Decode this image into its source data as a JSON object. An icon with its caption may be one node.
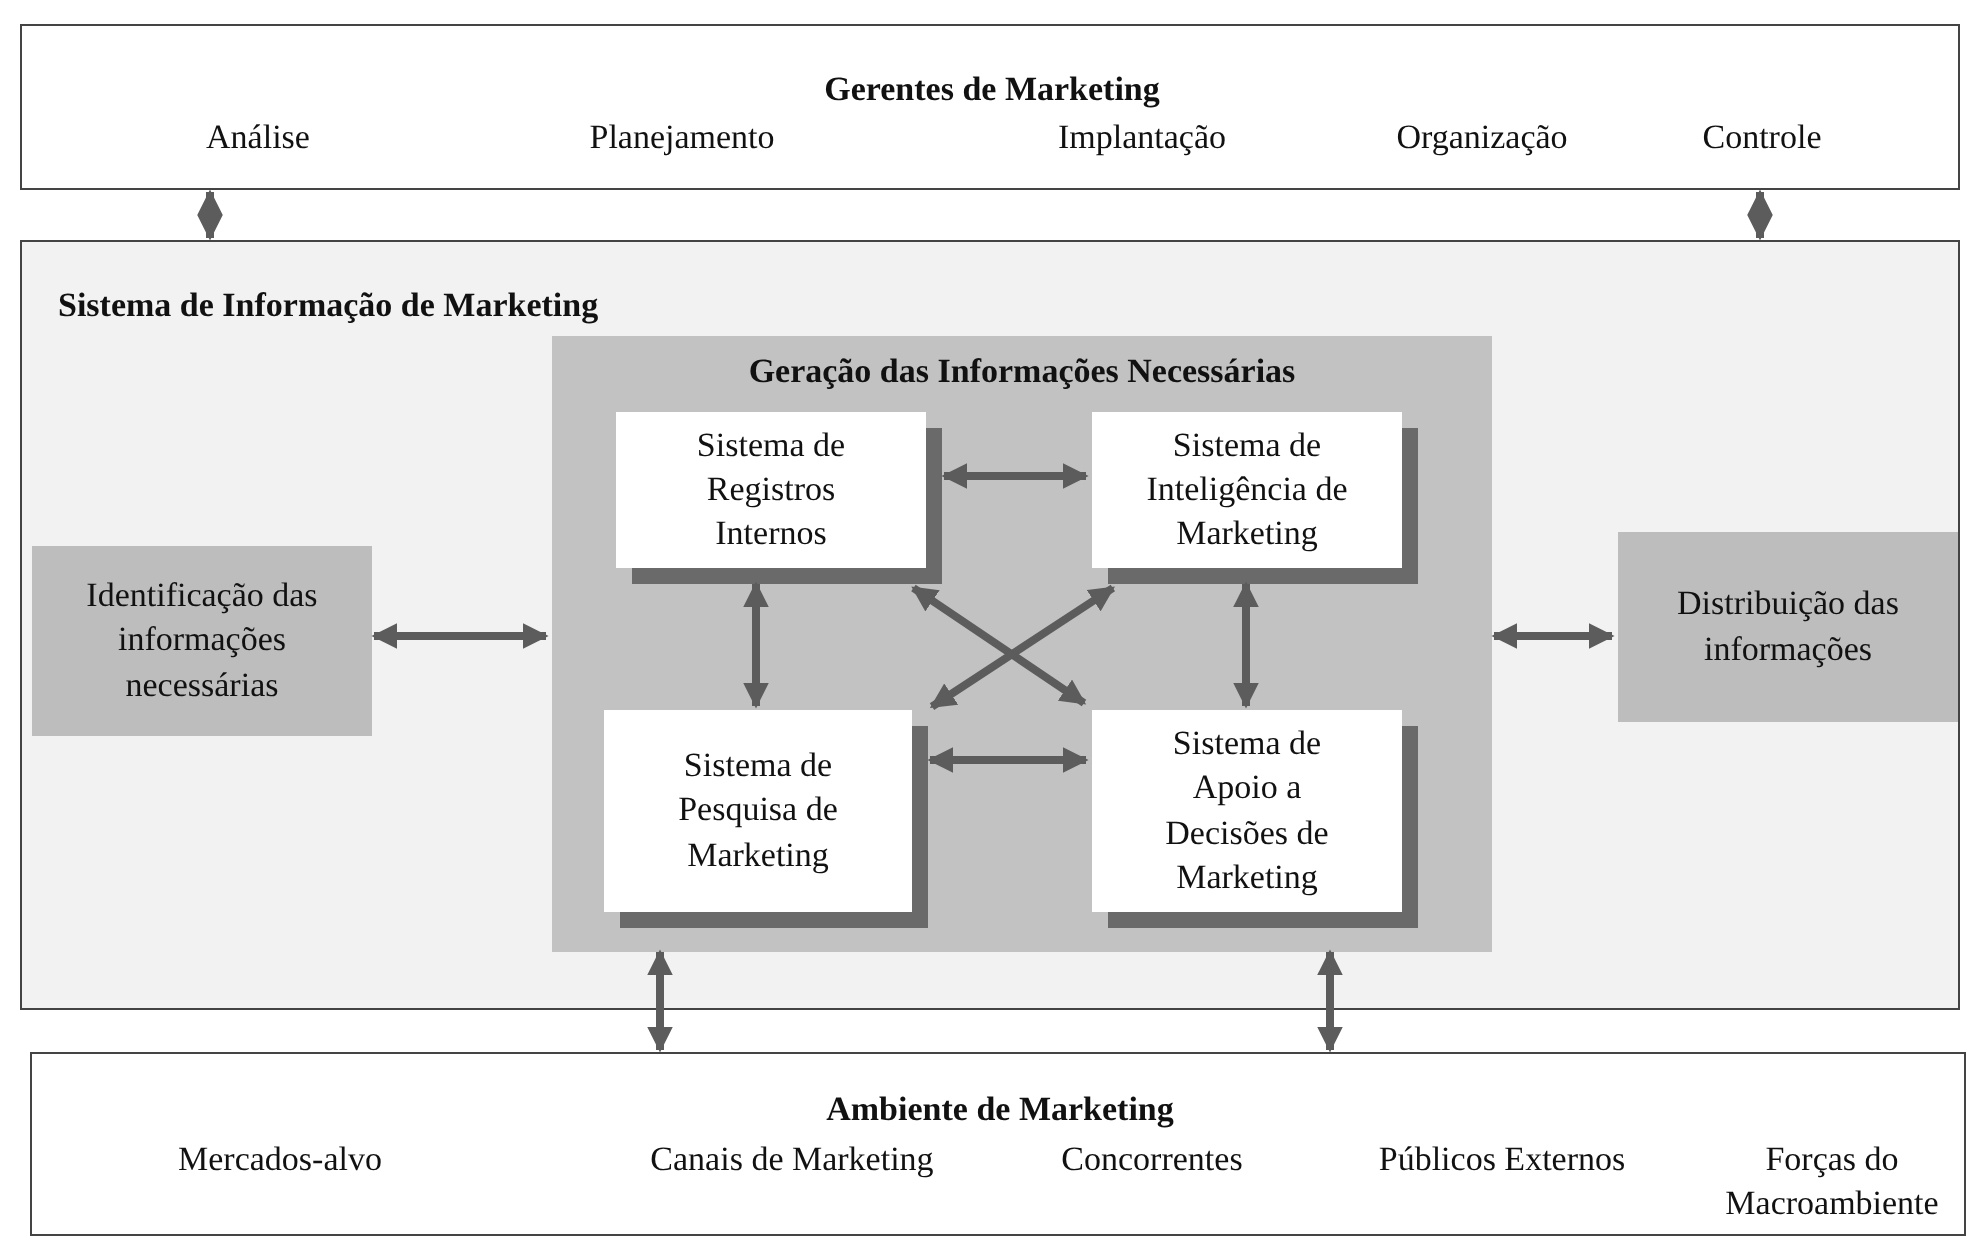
{
  "diagram": {
    "nodes": [
      {
        "text": [
          "Gerentes de Marketing",
          "Análise",
          "Planejamento",
          "Implantação",
          "Organização",
          "Controle"
        ]
      },
      {
        "text": [
          "Sistema de Informação de Marketing"
        ]
      },
      {
        "text": [
          "Identificação das informações necessárias"
        ],
        "in": 1
      },
      {
        "text": [
          "Geração das Informações Necessárias"
        ],
        "in": 1
      },
      {
        "text": [
          "Sistema de Registros Internos"
        ],
        "in": 3
      },
      {
        "text": [
          "Sistema de Inteligência de Marketing"
        ],
        "in": 3
      },
      {
        "text": [
          "Sistema de Pesquisa de Marketing"
        ],
        "in": 3
      },
      {
        "text": [
          "Sistema de Apoio a Decisões de Marketing"
        ],
        "in": 3
      },
      {
        "text": [
          "Distribuição das informações"
        ],
        "in": 1
      },
      {
        "text": [
          "Ambiente de Marketing",
          "Mercados-alvo",
          "Canais de Marketing",
          "Concorrentes",
          "Públicos Externos",
          "Forças do Macroambiente"
        ]
      }
    ],
    "edges": [
      {
        "from": 0,
        "to": 1,
        "arrow": "both"
      },
      {
        "from": 0,
        "to": 1,
        "arrow": "both"
      },
      {
        "from": 2,
        "to": 3,
        "arrow": "both"
      },
      {
        "from": 4,
        "to": 5,
        "arrow": "both"
      },
      {
        "from": 4,
        "to": 6,
        "arrow": "both"
      },
      {
        "from": 5,
        "to": 7,
        "arrow": "both"
      },
      {
        "from": 6,
        "to": 7,
        "arrow": "both"
      },
      {
        "from": 4,
        "to": 7,
        "arrow": "both"
      },
      {
        "from": 6,
        "to": 5,
        "arrow": "both"
      },
      {
        "from": 3,
        "to": 8,
        "arrow": "both"
      },
      {
        "from": 3,
        "to": 9,
        "arrow": "both"
      },
      {
        "from": 3,
        "to": 9,
        "arrow": "both"
      }
    ]
  }
}
